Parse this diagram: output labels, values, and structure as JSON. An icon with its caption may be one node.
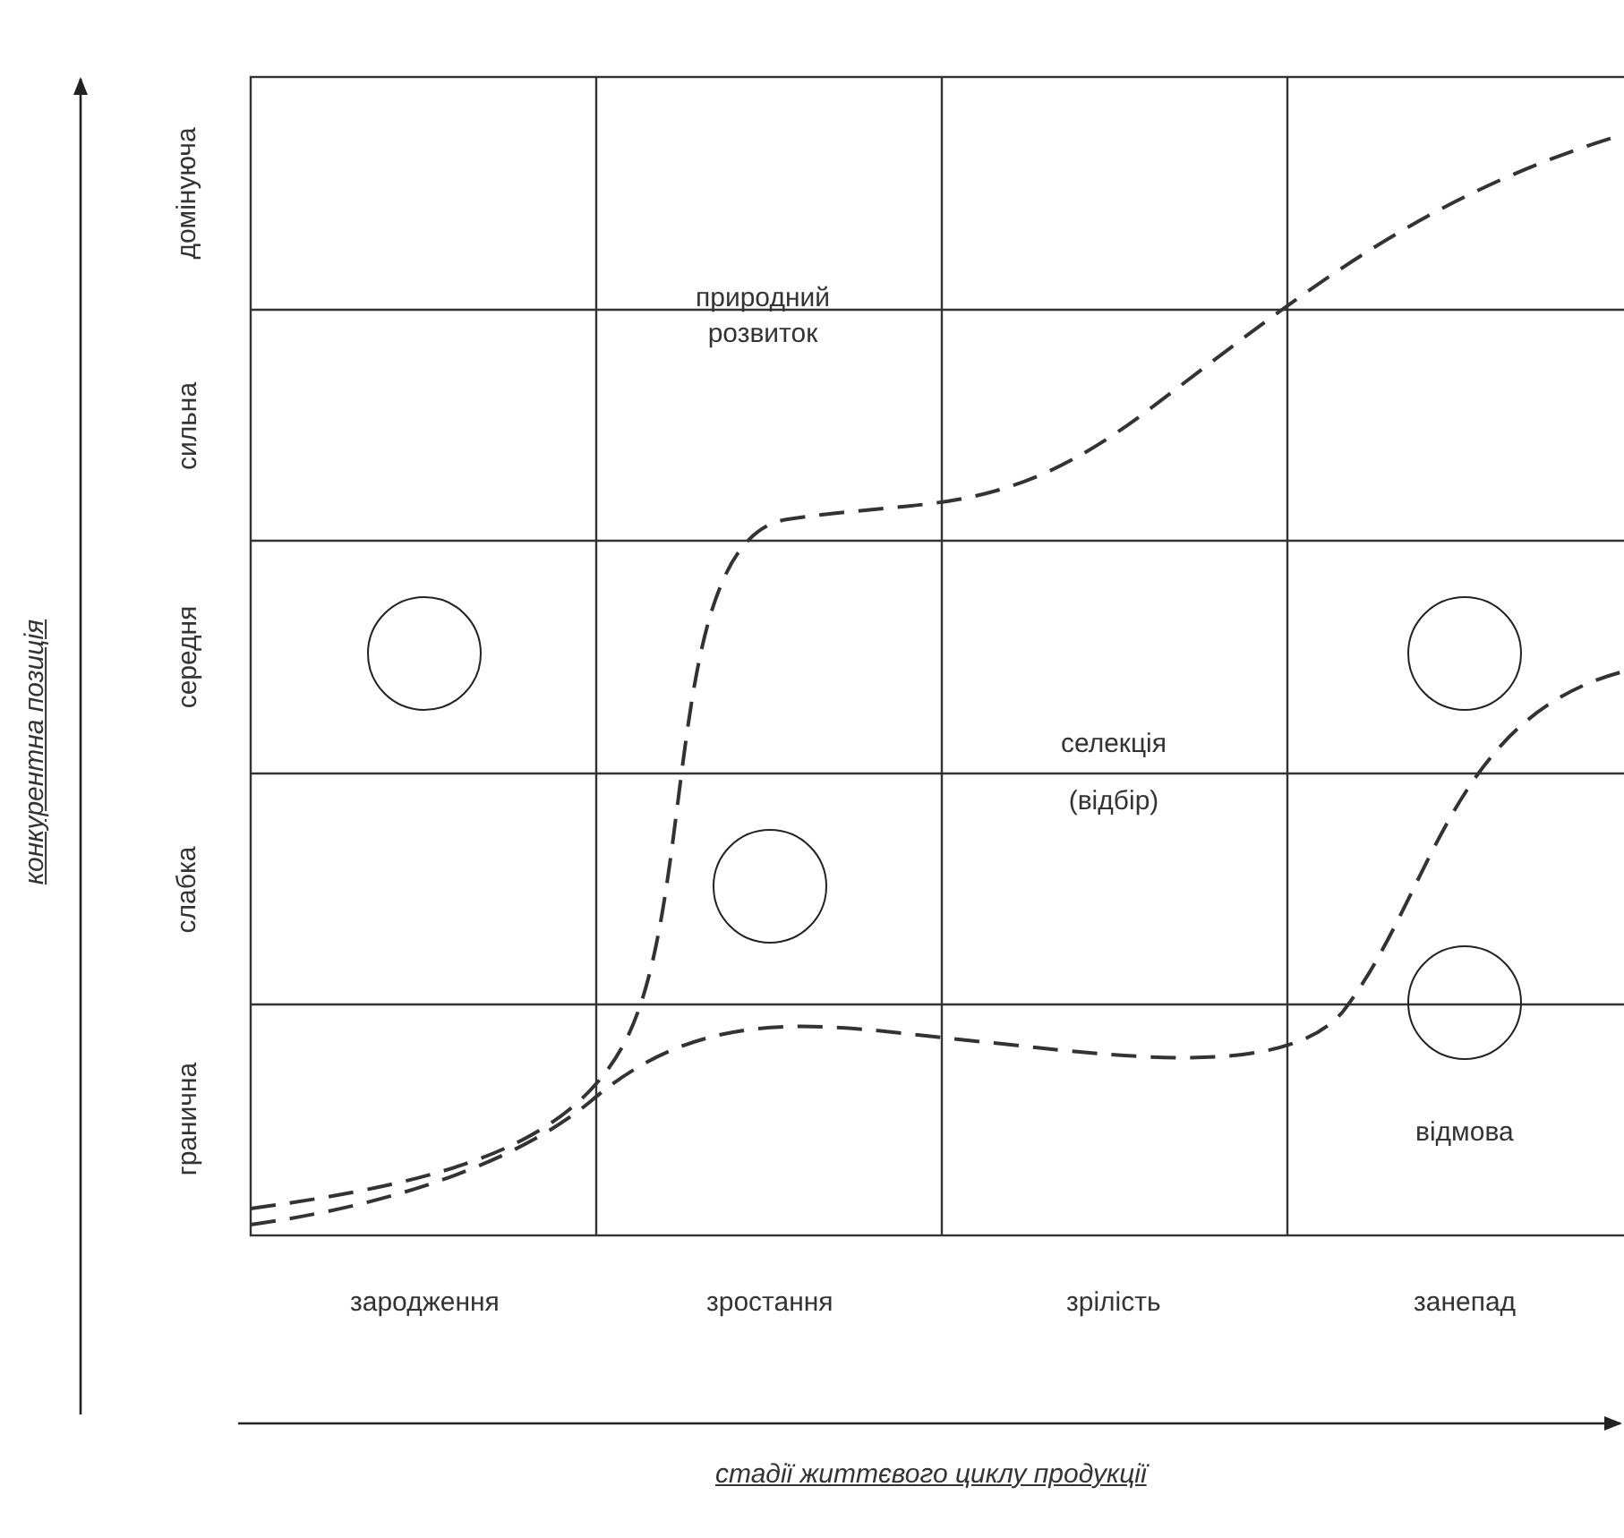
{
  "diagram": {
    "nodes": [
      {
        "text": [],
        "shape": "circle"
      },
      {
        "text": [],
        "shape": "circle"
      },
      {
        "text": [],
        "shape": "circle"
      },
      {
        "text": [],
        "shape": "circle"
      }
    ],
    "labels": [
      "конкурентна позиція",
      "домінуюча",
      "сильна",
      "середня",
      "слабка",
      "гранична",
      "природний розвиток",
      "селекція (відбір)",
      "відмова",
      "зародження",
      "зростання",
      "зрілість",
      "занепад",
      "стадії життєвого циклу продукції"
    ]
  }
}
